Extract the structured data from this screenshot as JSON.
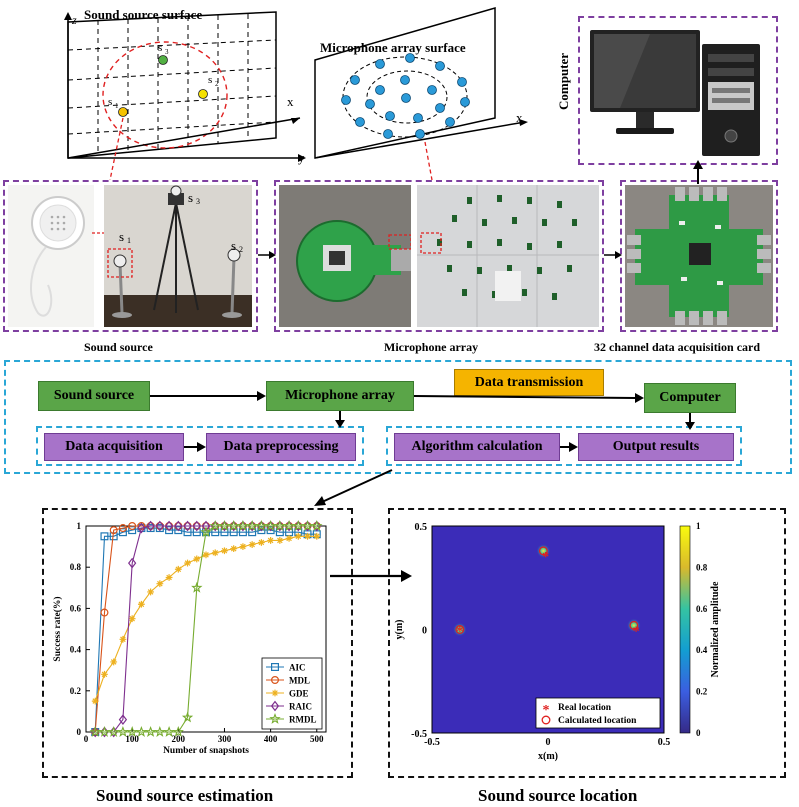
{
  "sketches": {
    "source_surface_title": "Sound source surface",
    "mic_surface_title": "Microphone array surface",
    "axis_z": "z",
    "axis_x": "x",
    "axis_y": "y",
    "s1": "s",
    "s1_sub": "1",
    "s2": "s",
    "s2_sub": "2",
    "s3": "s",
    "s3_sub": "3"
  },
  "computer": {
    "label": "Computer"
  },
  "photos": {
    "sound_source_caption": "Sound source",
    "mic_array_caption": "Microphone array",
    "daq_caption": "32 channel data acquisition card",
    "s1": "s",
    "s1_sub": "1",
    "s2": "s",
    "s2_sub": "2",
    "s3": "s",
    "s3_sub": "3"
  },
  "flow": {
    "sound_source": "Sound source",
    "microphone_array": "Microphone array",
    "data_transmission": "Data transmission",
    "computer": "Computer",
    "data_acquisition": "Data acquisition",
    "data_preprocessing": "Data preprocessing",
    "algorithm_calculation": "Algorithm calculation",
    "output_results": "Output results"
  },
  "estimation_caption": "Sound source estimation",
  "location_caption": "Sound source location",
  "chart_data": [
    {
      "type": "line",
      "xlabel": "Number of snapshots",
      "ylabel": "Success rate(%)",
      "xlim": [
        0,
        520
      ],
      "ylim": [
        0,
        1
      ],
      "xticks": [
        0,
        100,
        200,
        300,
        400,
        500
      ],
      "yticks": [
        0,
        0.2,
        0.4,
        0.6,
        0.8,
        1
      ],
      "legend_position": "bottom-right",
      "series": [
        {
          "name": "AIC",
          "color": "#1f77b4",
          "marker": "square",
          "x": [
            20,
            40,
            60,
            80,
            100,
            120,
            140,
            160,
            180,
            200,
            220,
            240,
            260,
            280,
            300,
            320,
            340,
            360,
            380,
            400,
            420,
            440,
            460,
            480,
            500
          ],
          "y": [
            0,
            0.95,
            0.95,
            0.97,
            0.98,
            0.99,
            0.99,
            0.99,
            0.98,
            0.98,
            0.97,
            0.97,
            0.97,
            0.97,
            0.97,
            0.97,
            0.97,
            0.97,
            0.98,
            0.98,
            0.97,
            0.97,
            0.97,
            0.96,
            0.96
          ]
        },
        {
          "name": "MDL",
          "color": "#d95319",
          "marker": "circle",
          "x": [
            20,
            40,
            60,
            80,
            100,
            120,
            140,
            160,
            180,
            200,
            220,
            240,
            260,
            280,
            300,
            320,
            340,
            360,
            380,
            400,
            420,
            440,
            460,
            480,
            500
          ],
          "y": [
            0,
            0.58,
            0.98,
            0.99,
            1,
            1,
            1,
            1,
            1,
            1,
            1,
            1,
            1,
            1,
            1,
            1,
            1,
            1,
            1,
            1,
            1,
            1,
            1,
            1,
            1
          ]
        },
        {
          "name": "GDE",
          "color": "#edb120",
          "marker": "star",
          "x": [
            20,
            40,
            60,
            80,
            100,
            120,
            140,
            160,
            180,
            200,
            220,
            240,
            260,
            280,
            300,
            320,
            340,
            360,
            380,
            400,
            420,
            440,
            460,
            480,
            500
          ],
          "y": [
            0.15,
            0.28,
            0.34,
            0.45,
            0.55,
            0.62,
            0.68,
            0.72,
            0.75,
            0.79,
            0.82,
            0.84,
            0.86,
            0.87,
            0.88,
            0.89,
            0.9,
            0.91,
            0.92,
            0.93,
            0.93,
            0.94,
            0.95,
            0.95,
            0.95
          ]
        },
        {
          "name": "RAIC",
          "color": "#7e2f8e",
          "marker": "diamond",
          "x": [
            20,
            40,
            60,
            80,
            100,
            120,
            140,
            160,
            180,
            200,
            220,
            240,
            260,
            280,
            300,
            320,
            340,
            360,
            380,
            400,
            420,
            440,
            460,
            480,
            500
          ],
          "y": [
            0,
            0,
            0,
            0.06,
            0.82,
            0.99,
            1,
            1,
            1,
            1,
            1,
            1,
            1,
            1,
            1,
            1,
            1,
            1,
            1,
            1,
            1,
            1,
            1,
            1,
            1
          ]
        },
        {
          "name": "RMDL",
          "color": "#77ac30",
          "marker": "pentagram",
          "x": [
            20,
            40,
            60,
            80,
            100,
            120,
            140,
            160,
            180,
            200,
            220,
            240,
            260,
            280,
            300,
            320,
            340,
            360,
            380,
            400,
            420,
            440,
            460,
            480,
            500
          ],
          "y": [
            0,
            0,
            0,
            0,
            0,
            0,
            0,
            0,
            0,
            0,
            0.07,
            0.7,
            0.97,
            1,
            1,
            1,
            1,
            1,
            1,
            1,
            1,
            1,
            1,
            1,
            1
          ]
        }
      ]
    },
    {
      "type": "heatmap",
      "xlabel": "x(m)",
      "ylabel": "y(m)",
      "xlim": [
        -0.5,
        0.5
      ],
      "ylim": [
        -0.5,
        0.5
      ],
      "xtick_labels": [
        "-0.5",
        "0",
        "0.5"
      ],
      "ytick_labels": [
        "0.5",
        "0",
        "-0.5"
      ],
      "colorbar_label": "Normalized amplitude",
      "colorbar_ticks": [
        "1",
        "0.8",
        "0.6",
        "0.4",
        "0.2",
        "0"
      ],
      "legend_position": "bottom-right",
      "legend": [
        "Real location",
        "Calculated location"
      ],
      "real_points": [
        [
          -0.01,
          0.36
        ],
        [
          0.38,
          0.0
        ],
        [
          -0.38,
          0.0
        ]
      ],
      "calculated_points": [
        [
          -0.02,
          0.38
        ],
        [
          0.37,
          0.02
        ],
        [
          -0.38,
          0.0
        ]
      ]
    }
  ]
}
